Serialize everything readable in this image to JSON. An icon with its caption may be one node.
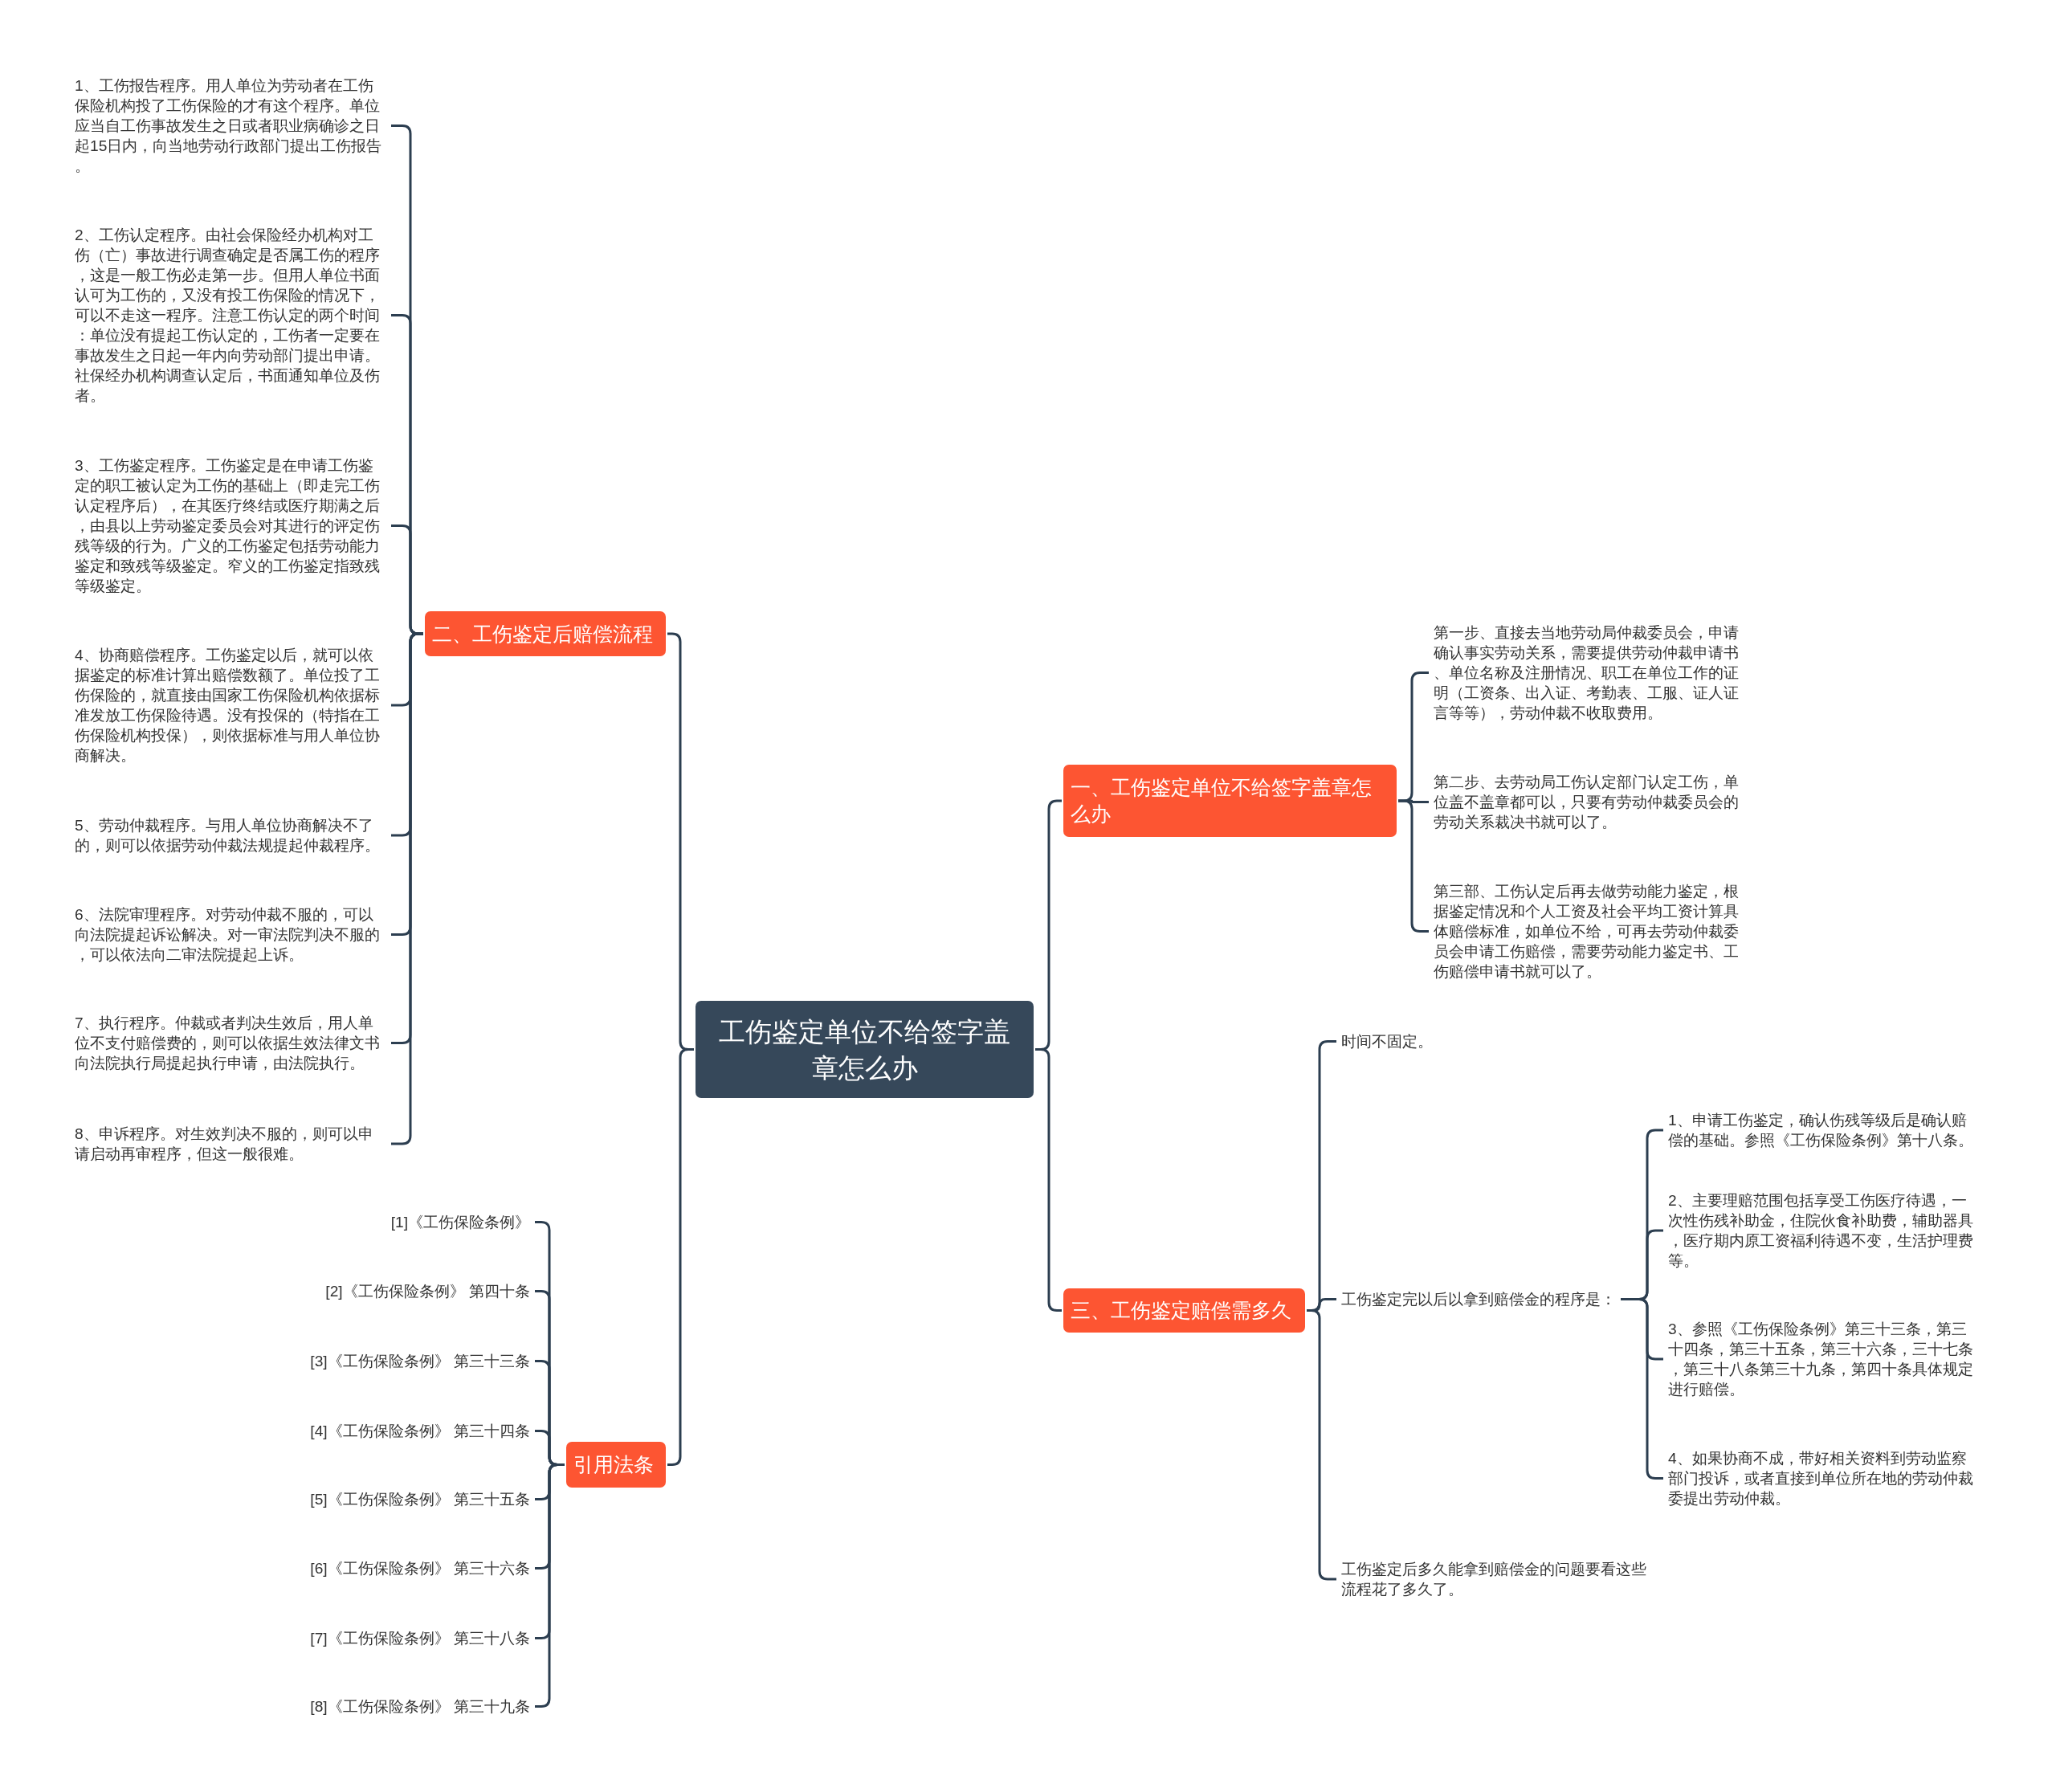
{
  "diagram": {
    "nodes": [
      {
        "text": [
          "工伤鉴定单位不给签字盖章怎么办"
        ]
      },
      {
        "text": [
          "一、工伤鉴定单位不给签字盖章怎么办"
        ]
      },
      {
        "text": [
          "第一步、直接去当地劳动局仲裁委员会，申请确认事实劳动关系，需要提供劳动仲裁申请书、单位名称及注册情况、职工在单位工作的证明（工资条、出入证、考勤表、工服、证人证言等等），劳动仲裁不收取费用。"
        ]
      },
      {
        "text": [
          "第二步、去劳动局工伤认定部门认定工伤，单位盖不盖章都可以，只要有劳动仲裁委员会的劳动关系裁决书就可以了。"
        ]
      },
      {
        "text": [
          "第三部、工伤认定后再去做劳动能力鉴定，根据鉴定情况和个人工资及社会平均工资计算具体赔偿标准，如单位不给，可再去劳动仲裁委员会申请工伤赔偿，需要劳动能力鉴定书、工伤赔偿申请书就可以了。"
        ]
      },
      {
        "text": [
          "二、工伤鉴定后赔偿流程"
        ]
      },
      {
        "text": [
          "1、工伤报告程序。用人单位为劳动者在工伤保险机构投了工伤保险的才有这个程序。单位应当自工伤事故发生之日或者职业病确诊之日起15日内，向当地劳动行政部门提出工伤报告。"
        ]
      },
      {
        "text": [
          "2、工伤认定程序。由社会保险经办机构对工伤（亡）事故进行调查确定是否属工伤的程序，这是一般工伤必走第一步。但用人单位书面认可为工伤的，又没有投工伤保险的情况下，可以不走这一程序。注意工伤认定的两个时间：单位没有提起工伤认定的，工伤者一定要在事故发生之日起一年内向劳动部门提出申请。社保经办机构调查认定后，书面通知单位及伤者。"
        ]
      },
      {
        "text": [
          "3、工伤鉴定程序。工伤鉴定是在申请工伤鉴定的职工被认定为工伤的基础上（即走完工伤认定程序后），在其医疗终结或医疗期满之后，由县以上劳动鉴定委员会对其进行的评定伤残等级的行为。广义的工伤鉴定包括劳动能力鉴定和致残等级鉴定。窄义的工伤鉴定指致残等级鉴定。"
        ]
      },
      {
        "text": [
          "4、协商赔偿程序。工伤鉴定以后，就可以依据鉴定的标准计算出赔偿数额了。单位投了工伤保险的，就直接由国家工伤保险机构依据标准发放工伤保险待遇。没有投保的（特指在工伤保险机构投保），则依据标准与用人单位协商解决。"
        ]
      },
      {
        "text": [
          "5、劳动仲裁程序。与用人单位协商解决不了的，则可以依据劳动仲裁法规提起仲裁程序。"
        ]
      },
      {
        "text": [
          "6、法院审理程序。对劳动仲裁不服的，可以向法院提起诉讼解决。对一审法院判决不服的，可以依法向二审法院提起上诉。"
        ]
      },
      {
        "text": [
          "7、执行程序。仲裁或者判决生效后，用人单位不支付赔偿费的，则可以依据生效法律文书向法院执行局提起执行申请，由法院执行。"
        ]
      },
      {
        "text": [
          "8、申诉程序。对生效判决不服的，则可以申请启动再审程序，但这一般很难。"
        ]
      },
      {
        "text": [
          "三、工伤鉴定赔偿需多久"
        ]
      },
      {
        "text": [
          "时间不固定。"
        ]
      },
      {
        "text": [
          "工伤鉴定完以后以拿到赔偿金的程序是："
        ]
      },
      {
        "text": [
          "1、申请工伤鉴定，确认伤残等级后是确认赔偿的基础。参照《工伤保险条例》第十八条。"
        ]
      },
      {
        "text": [
          "2、主要理赔范围包括享受工伤医疗待遇，一次性伤残补助金，住院伙食补助费，辅助器具，医疗期内原工资福利待遇不变，生活护理费等。"
        ]
      },
      {
        "text": [
          "3、参照《工伤保险条例》第三十三条，第三十四条，第三十五条，第三十六条，三十七条，第三十八条第三十九条，第四十条具体规定进行赔偿。"
        ]
      },
      {
        "text": [
          "4、如果协商不成，带好相关资料到劳动监察部门投诉，或者直接到单位所在地的劳动仲裁委提出劳动仲裁。"
        ]
      },
      {
        "text": [
          "工伤鉴定后多久能拿到赔偿金的问题要看这些流程花了多久了。"
        ]
      },
      {
        "text": [
          "引用法条"
        ]
      },
      {
        "text": [
          "[1]《工伤保险条例》"
        ]
      },
      {
        "text": [
          "[2]《工伤保险条例》 第四十条"
        ]
      },
      {
        "text": [
          "[3]《工伤保险条例》 第三十三条"
        ]
      },
      {
        "text": [
          "[4]《工伤保险条例》 第三十四条"
        ]
      },
      {
        "text": [
          "[5]《工伤保险条例》 第三十五条"
        ]
      },
      {
        "text": [
          "[6]《工伤保险条例》 第三十六条"
        ]
      },
      {
        "text": [
          "[7]《工伤保险条例》 第三十八条"
        ]
      },
      {
        "text": [
          "[8]《工伤保险条例》 第三十九条"
        ]
      }
    ],
    "edges": [
      {
        "from": 0,
        "to": 1,
        "arrow": "none"
      },
      {
        "from": 1,
        "to": 2,
        "arrow": "none"
      },
      {
        "from": 1,
        "to": 3,
        "arrow": "none"
      },
      {
        "from": 1,
        "to": 4,
        "arrow": "none"
      },
      {
        "from": 0,
        "to": 5,
        "arrow": "none"
      },
      {
        "from": 5,
        "to": 6,
        "arrow": "none"
      },
      {
        "from": 5,
        "to": 7,
        "arrow": "none"
      },
      {
        "from": 5,
        "to": 8,
        "arrow": "none"
      },
      {
        "from": 5,
        "to": 9,
        "arrow": "none"
      },
      {
        "from": 5,
        "to": 10,
        "arrow": "none"
      },
      {
        "from": 5,
        "to": 11,
        "arrow": "none"
      },
      {
        "from": 5,
        "to": 12,
        "arrow": "none"
      },
      {
        "from": 5,
        "to": 13,
        "arrow": "none"
      },
      {
        "from": 0,
        "to": 14,
        "arrow": "none"
      },
      {
        "from": 14,
        "to": 15,
        "arrow": "none"
      },
      {
        "from": 14,
        "to": 16,
        "arrow": "none"
      },
      {
        "from": 16,
        "to": 17,
        "arrow": "none"
      },
      {
        "from": 16,
        "to": 18,
        "arrow": "none"
      },
      {
        "from": 16,
        "to": 19,
        "arrow": "none"
      },
      {
        "from": 16,
        "to": 20,
        "arrow": "none"
      },
      {
        "from": 14,
        "to": 21,
        "arrow": "none"
      },
      {
        "from": 0,
        "to": 22,
        "arrow": "none"
      },
      {
        "from": 22,
        "to": 23,
        "arrow": "none"
      },
      {
        "from": 22,
        "to": 24,
        "arrow": "none"
      },
      {
        "from": 22,
        "to": 25,
        "arrow": "none"
      },
      {
        "from": 22,
        "to": 26,
        "arrow": "none"
      },
      {
        "from": 22,
        "to": 27,
        "arrow": "none"
      },
      {
        "from": 22,
        "to": 28,
        "arrow": "none"
      },
      {
        "from": 22,
        "to": 29,
        "arrow": "none"
      },
      {
        "from": 22,
        "to": 30,
        "arrow": "none"
      }
    ]
  }
}
